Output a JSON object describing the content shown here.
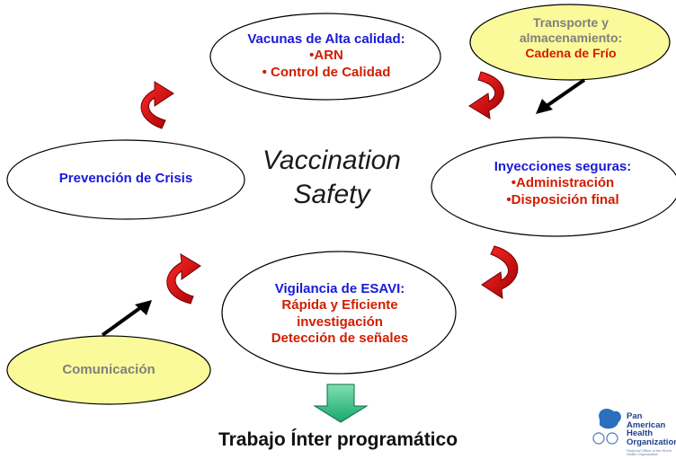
{
  "center_title": [
    "Vaccination",
    "Safety"
  ],
  "nodes": {
    "vaccines": {
      "title": "Vacunas de Alta calidad:",
      "items": [
        "•ARN",
        "• Control de Calidad"
      ]
    },
    "transport": {
      "lines": [
        "Transporte y",
        "almacenamiento:"
      ],
      "highlight": "Cadena de Frío"
    },
    "injections": {
      "title": "Inyecciones seguras:",
      "items": [
        "•Administración",
        "•Disposición final"
      ]
    },
    "crisis": {
      "title": "Prevención de Crisis"
    },
    "surveillance": {
      "title": "Vigilancia de ESAVI:",
      "items": [
        "Rápida y Eficiente",
        "investigación",
        "Detección de señales"
      ]
    },
    "communication": {
      "title": "Comunicación"
    }
  },
  "footer": "Trabajo Ínter programático",
  "logo": {
    "text": [
      "Pan American",
      "Health",
      "Organization"
    ],
    "subtext": "Regional Office of the World Health Organization",
    "icon": "paho-who-emblem-icon"
  },
  "colors": {
    "title_blue": "#1a1ad8",
    "item_red": "#d21c00",
    "callout_fill": "#fafa9a",
    "callout_text": "#7f7f7f",
    "arrow_red": "#e3141a",
    "down_arrow": "#2ec08a"
  }
}
